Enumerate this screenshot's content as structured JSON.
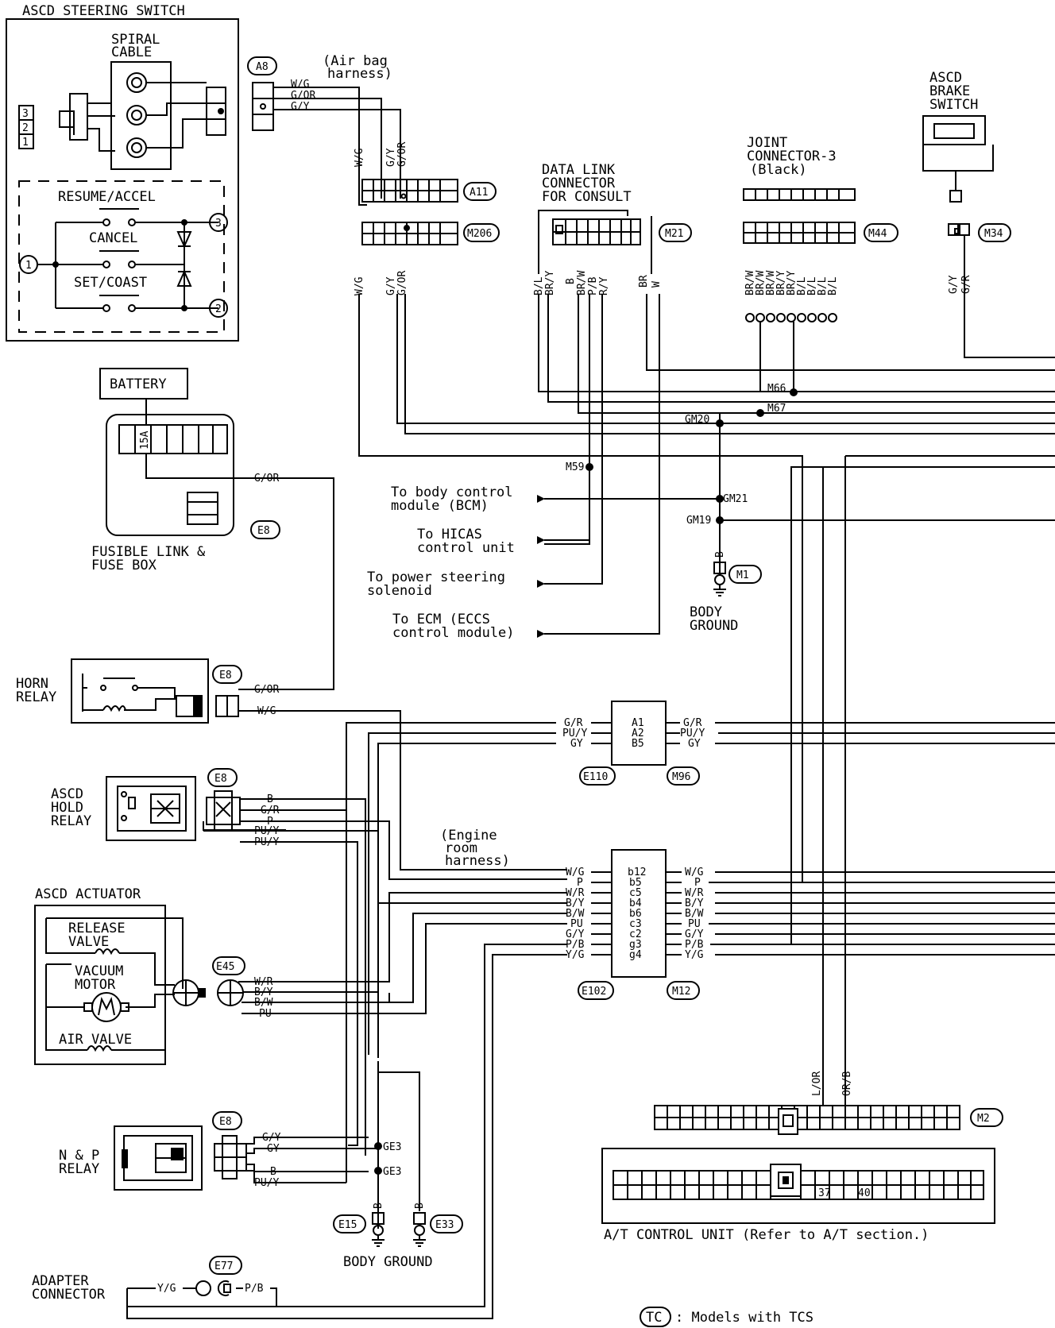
{
  "components": {
    "steering_switch": "ASCD STEERING SWITCH",
    "spiral_cable": [
      "SPIRAL",
      "CABLE"
    ],
    "resume": "RESUME/ACCEL",
    "cancel": "CANCEL",
    "setcoast": "SET/COAST",
    "airbag": [
      "(Air bag",
      "harness)"
    ],
    "battery": "BATTERY",
    "fuse": "15A",
    "fusible": [
      "FUSIBLE LINK &",
      "FUSE BOX"
    ],
    "horn_relay": [
      "HORN",
      "RELAY"
    ],
    "hold_relay": [
      "ASCD",
      "HOLD",
      "RELAY"
    ],
    "actuator": "ASCD ACTUATOR",
    "release_valve": [
      "RELEASE",
      "VALVE"
    ],
    "vacuum_motor": [
      "VACUUM",
      "MOTOR"
    ],
    "air_valve": "AIR VALVE",
    "np_relay": [
      "N & P",
      "RELAY"
    ],
    "adapter": [
      "ADAPTER",
      "CONNECTOR"
    ],
    "data_link": [
      "DATA LINK",
      "CONNECTOR",
      "FOR CONSULT"
    ],
    "joint": [
      "JOINT",
      "CONNECTOR-3",
      "(Black)"
    ],
    "brake_switch": [
      "ASCD",
      "BRAKE",
      "SWITCH"
    ],
    "to_bcm": [
      "To body control",
      "module (BCM)"
    ],
    "to_hicas": [
      "To HICAS",
      "control unit"
    ],
    "to_ps": [
      "To power steering",
      "solenoid"
    ],
    "to_ecm": [
      "To ECM (ECCS",
      "control module)"
    ],
    "body_ground": [
      "BODY",
      "GROUND"
    ],
    "body_ground2": "BODY  GROUND",
    "engine_room": [
      "(Engine",
      "room",
      "harness)"
    ],
    "at_unit": "A/T CONTROL UNIT (Refer to A/T section.)",
    "tc_note": ": Models with TCS",
    "tc": "TC"
  },
  "connectors": {
    "A8": "A8",
    "A11": "A11",
    "M206": "M206",
    "M21": "M21",
    "M44": "M44",
    "M34": "M34",
    "E8": "E8",
    "M1": "M1",
    "E110": "E110",
    "M96": "M96",
    "E102": "E102",
    "M12": "M12",
    "E45": "E45",
    "E15": "E15",
    "E33": "E33",
    "E77": "E77",
    "M2": "M2"
  },
  "splices": {
    "M66": "M66",
    "M67": "M67",
    "GM20": "GM20",
    "M59": "M59",
    "GM21": "GM21",
    "GM19": "GM19",
    "GE3a": "GE3",
    "GE3b": "GE3"
  },
  "pins": {
    "p1": "1",
    "p2": "2",
    "p3": "3",
    "p37": "37",
    "p40": "40"
  },
  "wires": {
    "a8": [
      "W/G",
      "G/OR",
      "G/Y"
    ],
    "a11_v": [
      "W/G",
      "G/Y",
      "G/OR"
    ],
    "m206_v": [
      "W/G",
      "G/Y",
      "G/OR"
    ],
    "m21_v": [
      "B/L",
      "BR/Y",
      "B",
      "BR/W",
      "P/B",
      "R/Y",
      "BR",
      "W"
    ],
    "m44_v": [
      "BR/W",
      "BR/W",
      "BR/W",
      "BR/Y",
      "BR/Y",
      "B/L",
      "B/L",
      "B/L",
      "B/L"
    ],
    "m34_v": [
      "G/Y",
      "G/R"
    ],
    "m1_v": "B",
    "fuse_out": "G/OR",
    "horn": [
      "G/OR",
      "W/G"
    ],
    "e110_l": [
      "G/R",
      "PU/Y",
      "GY"
    ],
    "e110_pins": [
      "A1",
      "A2",
      "B5"
    ],
    "e110_r": [
      "G/R",
      "PU/Y",
      "GY"
    ],
    "hold": [
      "B",
      "G/R",
      "P",
      "PU/Y",
      "PU/Y"
    ],
    "e102_l": [
      "W/G",
      "P",
      "W/R",
      "B/Y",
      "B/W",
      "PU",
      "G/Y",
      "P/B",
      "Y/G"
    ],
    "e102_pins": [
      "b12",
      "b5",
      "c5",
      "b4",
      "b6",
      "c3",
      "c2",
      "g3",
      "g4"
    ],
    "e102_r": [
      "W/G",
      "P",
      "W/R",
      "B/Y",
      "B/W",
      "PU",
      "G/Y",
      "P/B",
      "Y/G"
    ],
    "e45": [
      "W/R",
      "B/Y",
      "B/W",
      "PU"
    ],
    "np": [
      "G/Y",
      "GY",
      "B",
      "PU/Y"
    ],
    "gnd_v": [
      "B",
      "B"
    ],
    "m2_v": [
      "L/OR",
      "OR/B"
    ],
    "adapter": [
      "Y/G",
      "P/B"
    ]
  }
}
